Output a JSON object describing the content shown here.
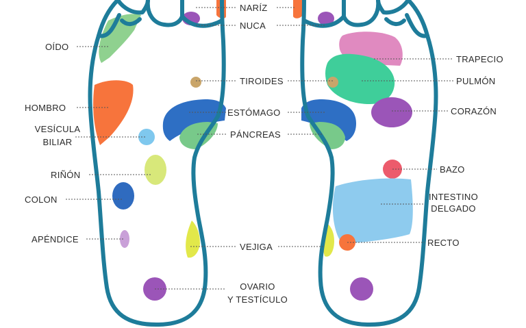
{
  "colors": {
    "outline": "#1e7c9a",
    "leader": "#555555",
    "text": "#2b2b2b",
    "green_light": "#8fd18f",
    "orange": "#f7743c",
    "light_blue": "#7fc8ee",
    "yellow_green": "#d8e87a",
    "blue": "#2f6bbf",
    "lilac": "#c9a0d8",
    "purple": "#9b55b8",
    "tan": "#c9a56a",
    "dark_blue": "#2e6fc4",
    "teal_green": "#78c98a",
    "yellow": "#e2e84a",
    "pink": "#e08ac0",
    "emerald": "#3fce9a",
    "red": "#ec5b6c",
    "sky": "#8ecbee"
  },
  "labels": {
    "nariz": "NARÍZ",
    "nuca": "NUCA",
    "oido": "OÍDO",
    "trapecio": "TRAPECIO",
    "tiroides": "TIROIDES",
    "pulmon": "PULMÓN",
    "hombro": "HOMBRO",
    "estomago": "ESTÓMAGO",
    "corazon": "CORAZÓN",
    "vesicula_1": "VESÍCULA",
    "vesicula_2": "BILIAR",
    "pancreas": "PÁNCREAS",
    "bazo": "BAZO",
    "rinon": "RIÑÓN",
    "intestino_1": "INTESTINO",
    "intestino_2": "DELGADO",
    "colon": "COLON",
    "apendice": "APÉNDICE",
    "vejiga": "VEJIGA",
    "recto": "RECTO",
    "ovario_1": "OVARIO",
    "ovario_2": "Y TESTÍCULO"
  }
}
